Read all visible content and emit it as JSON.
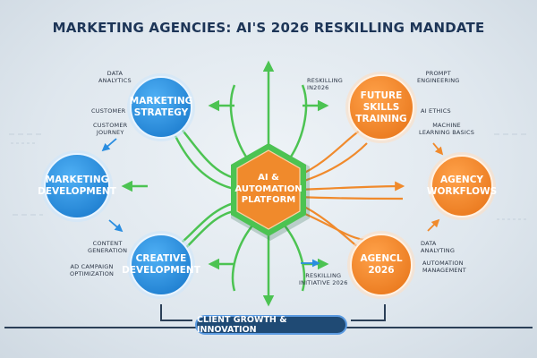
{
  "title": "MARKETING AGENCIES: AI'S 2026 RESKILLING MANDATE",
  "center": {
    "label": "AI &\nAUTOMATION\nPLATFORM"
  },
  "nodes": {
    "marketing_strategy": "MARKETING\nSTRATEGY",
    "marketing_development": "MARKETING\nDEVELOPMENT",
    "creative_development": "CREATIVE\nDEVELOPMENT",
    "future_skills": "FUTURE\nSKILLS\nTRAINING",
    "agency_workflows": "AGENCY\nWORKFLOWS",
    "agency_2026": "AGENCL\n2026"
  },
  "labels": {
    "data_analytics": "DATA\nANALYTICS",
    "customer": "CUSTOMER",
    "customer_journey": "CUSTOMER\nJOURNEY",
    "content_generation": "CONTENT\nGENERATION",
    "ad_campaign": "AD CAMPAIGN\nOPTIMIZATION",
    "reskilling_in2026": "RESKILLING\nIN2026",
    "prompt_engineering": "PROMPT\nENGINEERING",
    "ai_ethics": "AI ETHICS",
    "machine_learning": "MACHINE\nLEARNING BASICS",
    "data_analyting": "DATA\nANALYTING",
    "automation_management": "AUTOMATION\nMANAGEMENT",
    "reskilling_initiative": "RESKILLING\nINITIATIVE 2026"
  },
  "footer": "CLIENT GROWTH & INNOVATION",
  "colors": {
    "blue": "#2a8de0",
    "orange": "#f08a2c",
    "green": "#4cc352",
    "navy": "#1f4a74"
  }
}
